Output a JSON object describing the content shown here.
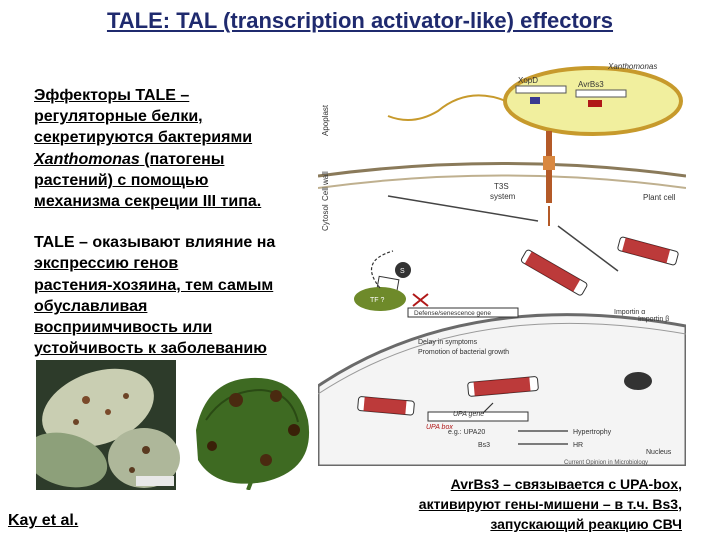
{
  "title": "TALE: TAL (transcription activator-like) effectors",
  "para1": {
    "line1": "Эффекторы TALE –",
    "line2": "регуляторные белки,",
    "line3": "секретируются бактериями",
    "line4_italic": "Xanthomonas",
    "line4_rest": " (патогены",
    "line5": "растений) с помощью",
    "line6": "механизма секреции III типа."
  },
  "para2": {
    "line1": "TALE – оказывают влияние на",
    "line2": "экспрессию генов",
    "line3": "растения-хозяина, тем самым",
    "line4": "обуславливая",
    "line5": "восприимчивость или",
    "line6": "устойчивость к заболеванию"
  },
  "diagram": {
    "xanthomonas": "Xanthomonas",
    "xopd": "XopD",
    "avrbs3": "AvrBs3",
    "apoplast": "Apoplast",
    "cell_wall": "Cell wall",
    "cytosol": "Cytosol",
    "t3s": "T3S",
    "system": "system",
    "plant_cell": "Plant cell",
    "s_label": "S",
    "tf": "TF ?",
    "defense_gene": "Defense/senescence gene",
    "importin_a": "Importin α",
    "importin_b": "Importin β",
    "delay1": "Delay in symptoms",
    "delay2": "Promotion of bacterial growth",
    "upa_gene": "UPA gene",
    "upa_box": "UPA box",
    "eg_upa20": "e.g.: UPA20",
    "bs3": "Bs3",
    "hypertrophy": "Hypertrophy",
    "hr": "HR",
    "nucleus": "Nucleus",
    "journal": "Current Opinion in Microbiology"
  },
  "caption": {
    "line1": "AvrBs3 – связывается с UPA-box,",
    "line2": "активируют гены-мишени – в т.ч. Bs3,",
    "line3": "запускающий реакцию СВЧ"
  },
  "citation": "Kay et al.",
  "colors": {
    "title": "#1f2a6e",
    "bacterium": "#f1ef9e",
    "bacterium_outline": "#c79a2c",
    "effector_red": "#b01818"
  }
}
